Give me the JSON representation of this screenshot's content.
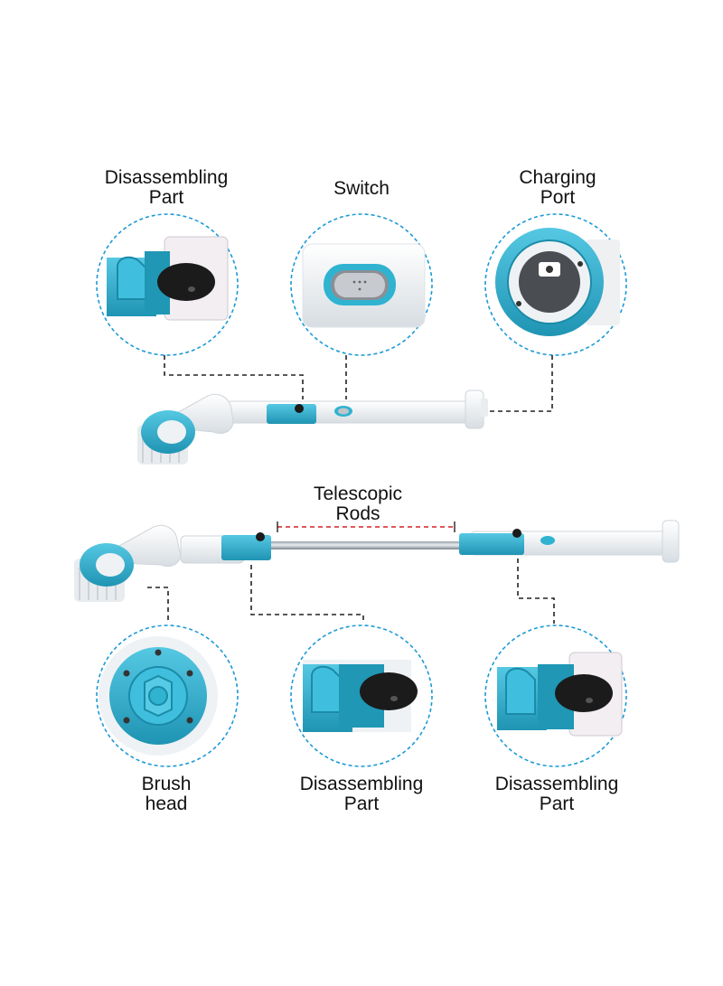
{
  "labels": {
    "top_left": {
      "line1": "Disassembling",
      "line2": "Part"
    },
    "top_middle": {
      "line1": "Switch"
    },
    "top_right": {
      "line1": "Charging",
      "line2": "Port"
    },
    "telescopic": {
      "line1": "Telescopic",
      "line2": "Rods"
    },
    "bottom_left": {
      "line1": "Brush",
      "line2": "head"
    },
    "bottom_middle": {
      "line1": "Disassembling",
      "line2": "Part"
    },
    "bottom_right": {
      "line1": "Disassembling",
      "line2": "Part"
    }
  },
  "colors": {
    "accent": "#2fb3d1",
    "accent_dark": "#1f94b3",
    "body_white": "#f4f6f8",
    "outline": "#1d9ad6",
    "connector": "#222222",
    "rod_marker": "#d32020",
    "knob": "#1b1b1b"
  },
  "icons": [
    "brush-head-icon",
    "switch-icon",
    "charging-port-icon",
    "disassembling-clip-icon"
  ]
}
